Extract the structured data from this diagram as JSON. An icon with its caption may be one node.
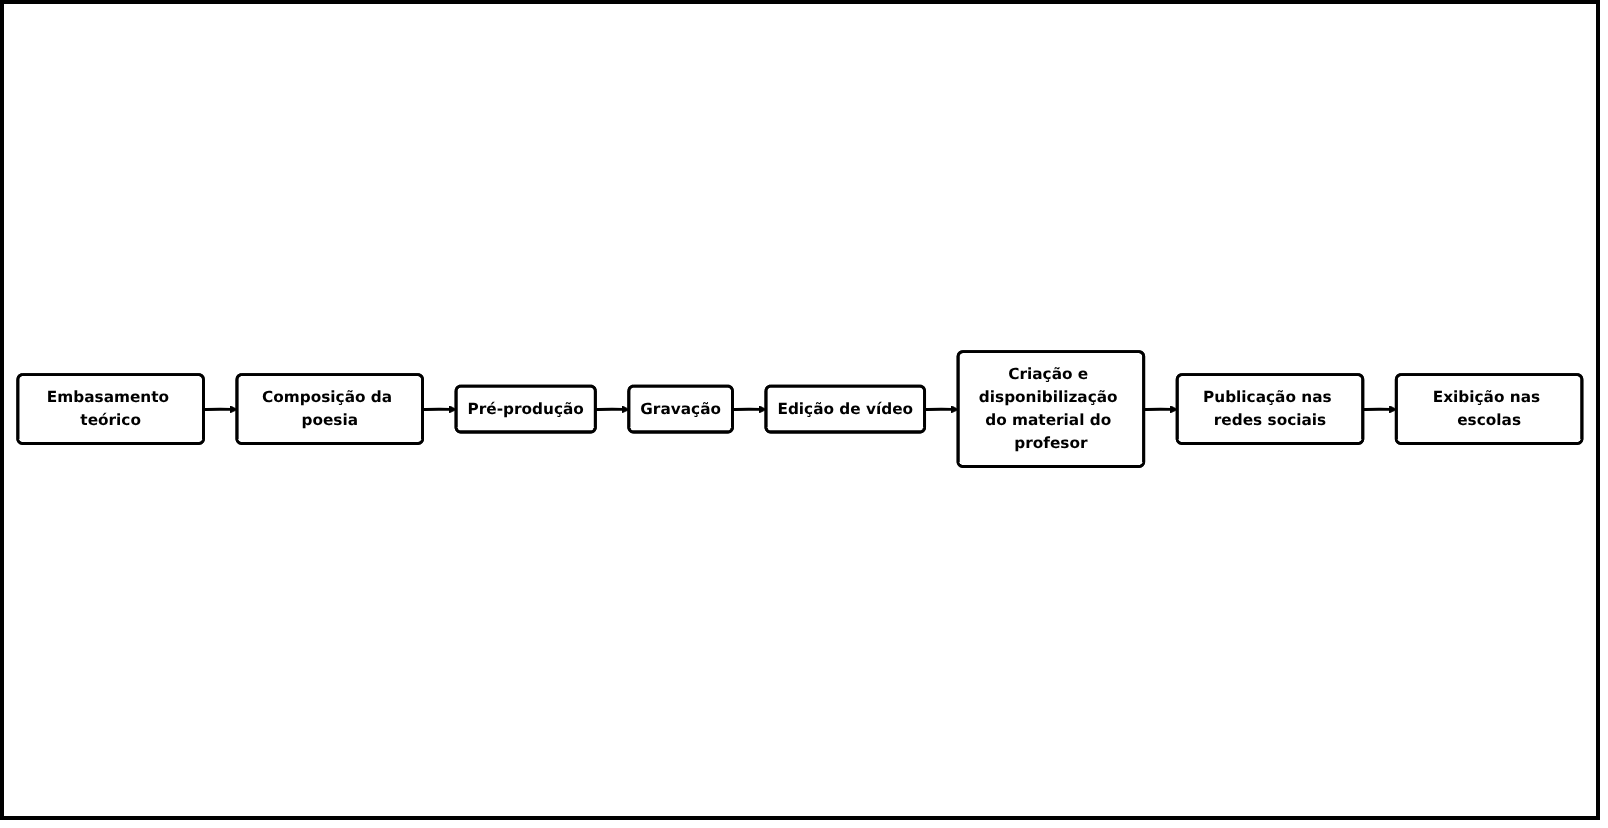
{
  "diagram": {
    "nodes": [
      {
        "text": [
          "Embasamento teórico"
        ]
      },
      {
        "text": [
          "Composição da poesia"
        ]
      },
      {
        "text": [
          "Pré-produção"
        ]
      },
      {
        "text": [
          "Gravação"
        ]
      },
      {
        "text": [
          "Edição de vídeo"
        ]
      },
      {
        "text": [
          "Criação e disponibilização do material do profesor"
        ]
      },
      {
        "text": [
          "Publicação nas redes sociais"
        ]
      },
      {
        "text": [
          "Exibição nas escolas"
        ]
      }
    ],
    "edges": [
      {
        "from": 0,
        "to": 1,
        "arrow": "to"
      },
      {
        "from": 1,
        "to": 2,
        "arrow": "to"
      },
      {
        "from": 2,
        "to": 3,
        "arrow": "to"
      },
      {
        "from": 3,
        "to": 4,
        "arrow": "to"
      },
      {
        "from": 4,
        "to": 5,
        "arrow": "to"
      },
      {
        "from": 5,
        "to": 6,
        "arrow": "to"
      },
      {
        "from": 6,
        "to": 7,
        "arrow": "to"
      }
    ]
  }
}
